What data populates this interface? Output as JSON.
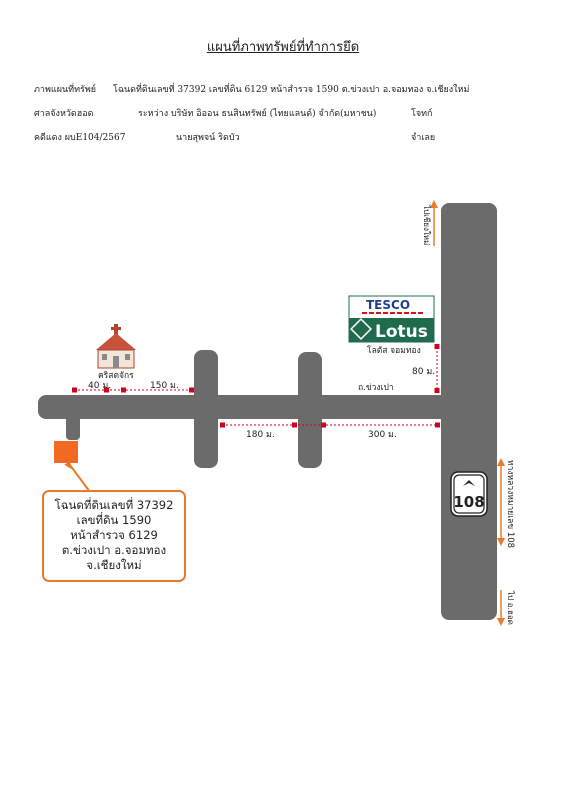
{
  "document": {
    "title": "แผนที่ภาพทรัพย์ที่ทำการยึด",
    "header_rows": [
      [
        "ภาพแผนที่ทรัพย์",
        "โฉนดที่ดินเลขที่ 37392  เลขที่ดิน 6129 หน้าสำรวจ 1590 ต.ข่วงเปา อ.จอมทอง จ.เชียงใหม่",
        ""
      ],
      [
        "ศาลจังหวัดฮอด",
        "ระหว่าง  บริษัท อิออน ธนสินทรัพย์ (ไทยแลนด์) จำกัด(มหาชน)",
        "โจทก์"
      ],
      [
        "คดีแดง ผบE104/2567",
        "นายสุพจน์ ริดบัว",
        "จำเลย"
      ]
    ]
  },
  "map": {
    "labels": {
      "church": "คริสตจักร",
      "dist_40": "40 ม.",
      "dist_150": "150 ม.",
      "dist_180": "180 ม.",
      "dist_300": "300 ม.",
      "dist_80": "80 ม.",
      "road_name": "ถ.ข่วงเปา",
      "lotus_tesco": "TESCO",
      "lotus_name": "Lotus",
      "lotus_branch": "โลตัส จอมทอง",
      "to_chiangmai": "ไปเชียงใหม่",
      "highway_name": "ทางหลวงหมายเลข 108",
      "to_hot": "ไป อ.ฮอด",
      "highway_number": "108"
    },
    "info_box": [
      "โฉนดที่ดินเลขที่ 37392",
      "เลขที่ดิน 1590",
      "หน้าสำรวจ 6129",
      "ต.ข่วงเปา อ.จอมทอง",
      "จ.เชียงใหม่"
    ],
    "colors": {
      "road": "#6b6b6b",
      "property_marker": "#f26a21",
      "distance_marker": "#d0021b",
      "arrow": "#e87a2c",
      "lotus_green": "#1f6b4c",
      "tesco_red": "#d4141b",
      "tesco_blue": "#1f3f8e"
    }
  }
}
